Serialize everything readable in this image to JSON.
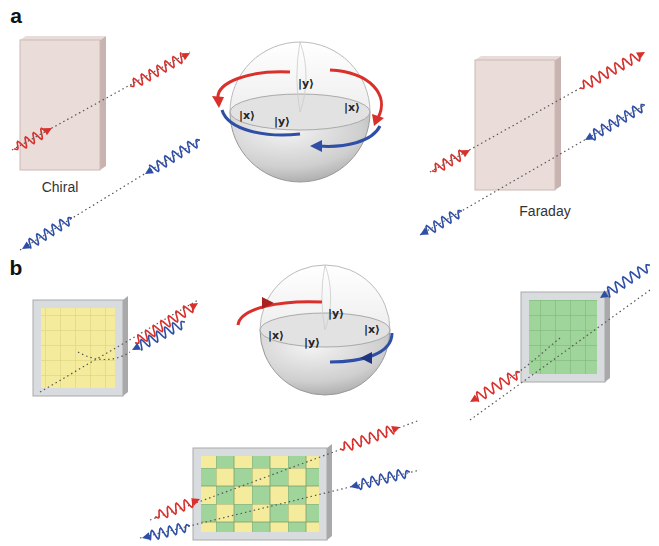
{
  "diagram": {
    "labels": [
      "a",
      "Chiral",
      "Faraday",
      "|y⟩",
      "|x⟩",
      "|x⟩",
      "|y⟩",
      "b",
      "|y⟩",
      "|x⟩",
      "|x⟩",
      "|y⟩"
    ]
  }
}
